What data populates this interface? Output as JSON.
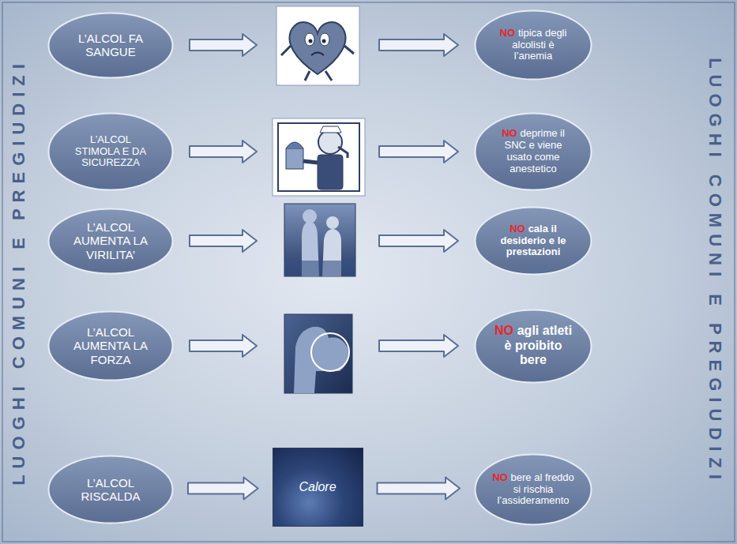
{
  "diagram": {
    "nodes": [
      {
        "text": [
          "L’ALCOL FA SANGUE"
        ]
      },
      {
        "text": [
          "NO",
          "tipica degli alcolisti è l’anemia"
        ]
      },
      {
        "text": [
          "L’ALCOL STIMOLA E DA SICUREZZA"
        ]
      },
      {
        "text": [
          "NO",
          "deprime il SNC e viene usato come anestetico"
        ]
      },
      {
        "text": [
          "L’ALCOL AUMENTA LA VIRILITA’"
        ]
      },
      {
        "text": [
          "NO",
          "cala il desiderio e le prestazioni"
        ]
      },
      {
        "text": [
          "L’ALCOL AUMENTA LA FORZA"
        ]
      },
      {
        "text": [
          "NO",
          "agli atleti è proibito bere"
        ]
      },
      {
        "text": [
          "L’ALCOL RISCALDA"
        ]
      },
      {
        "text": [
          "Calore"
        ]
      },
      {
        "text": [
          "NO",
          "bere al freddo si rischia l’assideramento"
        ]
      }
    ],
    "edges": [
      {
        "from": 8,
        "to": 9,
        "arrow": "to"
      },
      {
        "from": 9,
        "to": 10,
        "arrow": "to"
      }
    ],
    "labels": [
      "LUOGHI COMUNI E PREGIUDIZI",
      "LUOGHI COMUNI E PREGIUDIZI"
    ]
  }
}
